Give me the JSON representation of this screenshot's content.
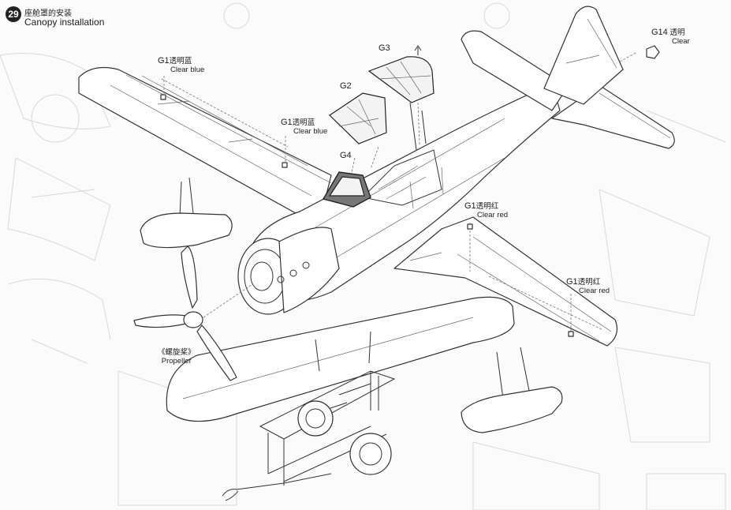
{
  "step": {
    "number": "29",
    "title_cn": "座舱罩的安装",
    "title_en": "Canopy installation"
  },
  "callouts": {
    "g1_left_wing": {
      "code": "G1",
      "cn": "透明蓝",
      "en": "Clear blue"
    },
    "g1_fuselage": {
      "code": "G1",
      "cn": "透明蓝",
      "en": "Clear blue"
    },
    "g2": {
      "code": "G2"
    },
    "g3": {
      "code": "G3"
    },
    "g4": {
      "code": "G4"
    },
    "g14": {
      "code": "G14",
      "cn": "透明",
      "en": "Clear"
    },
    "g1_right_wing_inner": {
      "code": "G1",
      "cn": "透明红",
      "en": "Clear red"
    },
    "g1_right_wing_outer": {
      "code": "G1",
      "cn": "透明红",
      "en": "Clear red"
    },
    "propeller": {
      "cn": "《螺旋桨》",
      "en": "Propeller"
    }
  }
}
